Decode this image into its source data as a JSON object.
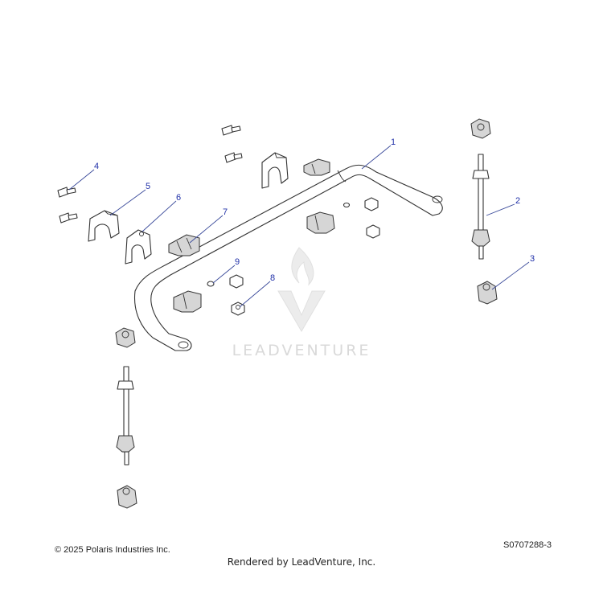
{
  "diagram": {
    "callouts": [
      {
        "id": "c1",
        "label": "1"
      },
      {
        "id": "c2",
        "label": "2"
      },
      {
        "id": "c3",
        "label": "3"
      },
      {
        "id": "c4",
        "label": "4"
      },
      {
        "id": "c5",
        "label": "5"
      },
      {
        "id": "c6",
        "label": "6"
      },
      {
        "id": "c7",
        "label": "7"
      },
      {
        "id": "c8",
        "label": "8"
      },
      {
        "id": "c9",
        "label": "9"
      }
    ]
  },
  "watermark": {
    "text": "LEADVENTURE"
  },
  "footer": {
    "copyright": "© 2025 Polaris Industries Inc.",
    "drawing_id": "S0707288-3",
    "rendered_by": "Rendered by LeadVenture, Inc."
  }
}
